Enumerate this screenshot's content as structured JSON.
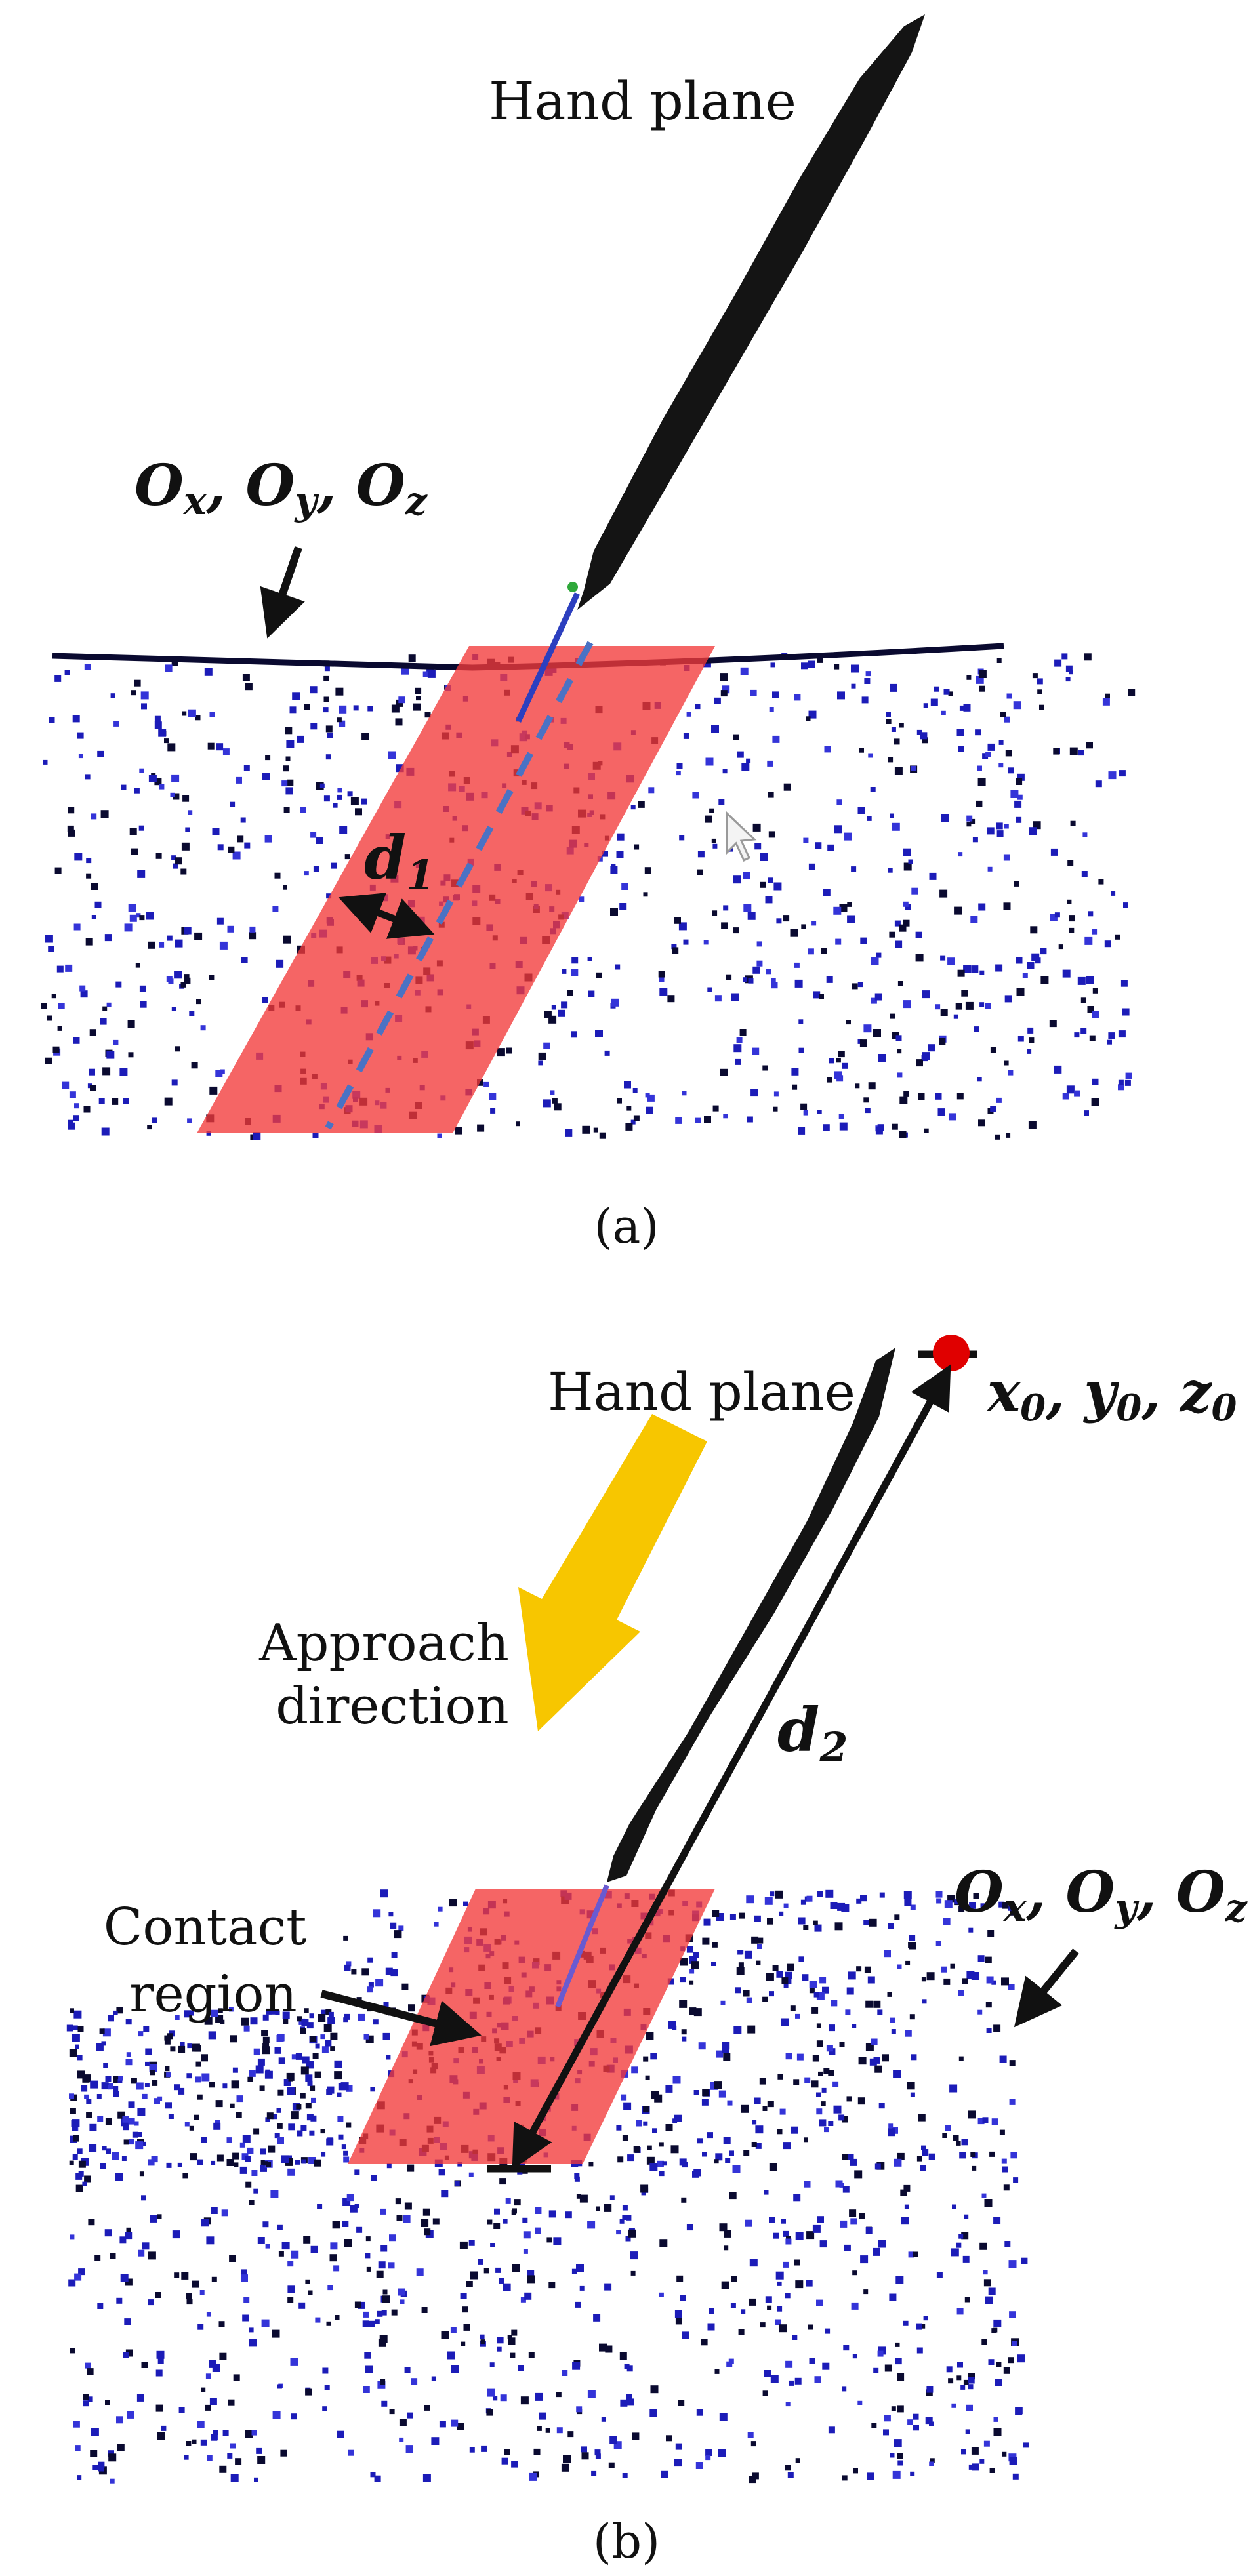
{
  "panels": [
    {
      "caption": "(a)",
      "labels": {
        "tool": "Hand plane",
        "origin": "O_x, O_y, O_z",
        "distance": "d_1"
      }
    },
    {
      "caption": "(b)",
      "labels": {
        "tool": "Hand plane",
        "tip": "x_0, y_0, z_0",
        "approach": [
          "Approach",
          "direction"
        ],
        "distance": "d_2",
        "contact": [
          "Contact",
          "region"
        ],
        "origin": "O_x, O_y, O_z"
      }
    }
  ],
  "colors": {
    "contact_region": "#f23a3a",
    "point_blue": "#1c1cb8",
    "point_dark": "#0a0a30",
    "tool": "#141414",
    "approach_arrow": "#f7c600",
    "tip_marker": "#e00000",
    "axis_dashed": "#4a72c4"
  }
}
